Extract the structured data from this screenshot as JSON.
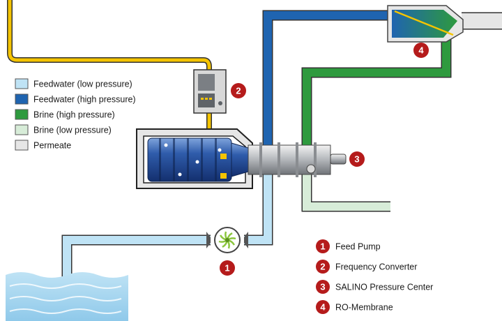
{
  "colors": {
    "feed_low": "#bfe3f5",
    "feed_high": "#1f64b0",
    "brine_high": "#2e9a3e",
    "brine_low": "#d7ecd8",
    "permeate": "#e6e6e6",
    "signal": "#f5c400",
    "badge": "#b51b1b"
  },
  "legend": [
    {
      "label": "Feedwater (low pressure)",
      "color": "#bfe3f5"
    },
    {
      "label": "Feedwater (high pressure)",
      "color": "#1f64b0"
    },
    {
      "label": "Brine (high pressure)",
      "color": "#2e9a3e"
    },
    {
      "label": "Brine (low pressure)",
      "color": "#d7ecd8"
    },
    {
      "label": "Permeate",
      "color": "#e6e6e6"
    }
  ],
  "components": [
    {
      "number": "1",
      "label": "Feed Pump",
      "icon": "impeller-pump-icon"
    },
    {
      "number": "2",
      "label": "Frequency Converter",
      "icon": "frequency-converter-icon"
    },
    {
      "number": "3",
      "label": "SALINO Pressure Center",
      "icon": "pressure-center-icon"
    },
    {
      "number": "4",
      "label": "RO-Membrane",
      "icon": "ro-membrane-icon"
    }
  ]
}
